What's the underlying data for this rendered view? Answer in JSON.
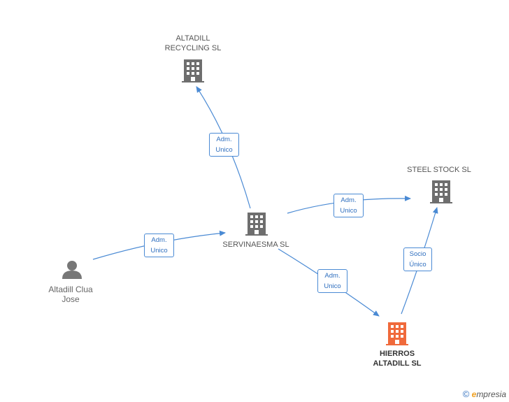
{
  "nodes": {
    "altadill_recycling": {
      "label_line1": "ALTADILL",
      "label_line2": "RECYCLING SL"
    },
    "steel_stock": {
      "label": "STEEL STOCK SL"
    },
    "servinaesma": {
      "label": "SERVINAESMA SL"
    },
    "person": {
      "label_line1": "Altadill Clua",
      "label_line2": "Jose"
    },
    "hierros": {
      "label_line1": "HIERROS",
      "label_line2": "ALTADILL SL"
    }
  },
  "edges": {
    "servinaesma_to_recycling": {
      "line1": "Adm.",
      "line2": "Unico"
    },
    "servinaesma_to_steel": {
      "line1": "Adm.",
      "line2": "Unico"
    },
    "person_to_servinaesma": {
      "line1": "Adm.",
      "line2": "Unico"
    },
    "servinaesma_to_hierros": {
      "line1": "Adm.",
      "line2": "Unico"
    },
    "hierros_to_steel": {
      "line1": "Socio",
      "line2": "Único"
    }
  },
  "footer": {
    "copyright": "©",
    "brand_initial": "e",
    "brand_rest": "mpresia"
  },
  "colors": {
    "edge": "#4a8ad4",
    "building": "#6e6e6e",
    "building_highlight": "#f06a3c",
    "person": "#777777"
  }
}
